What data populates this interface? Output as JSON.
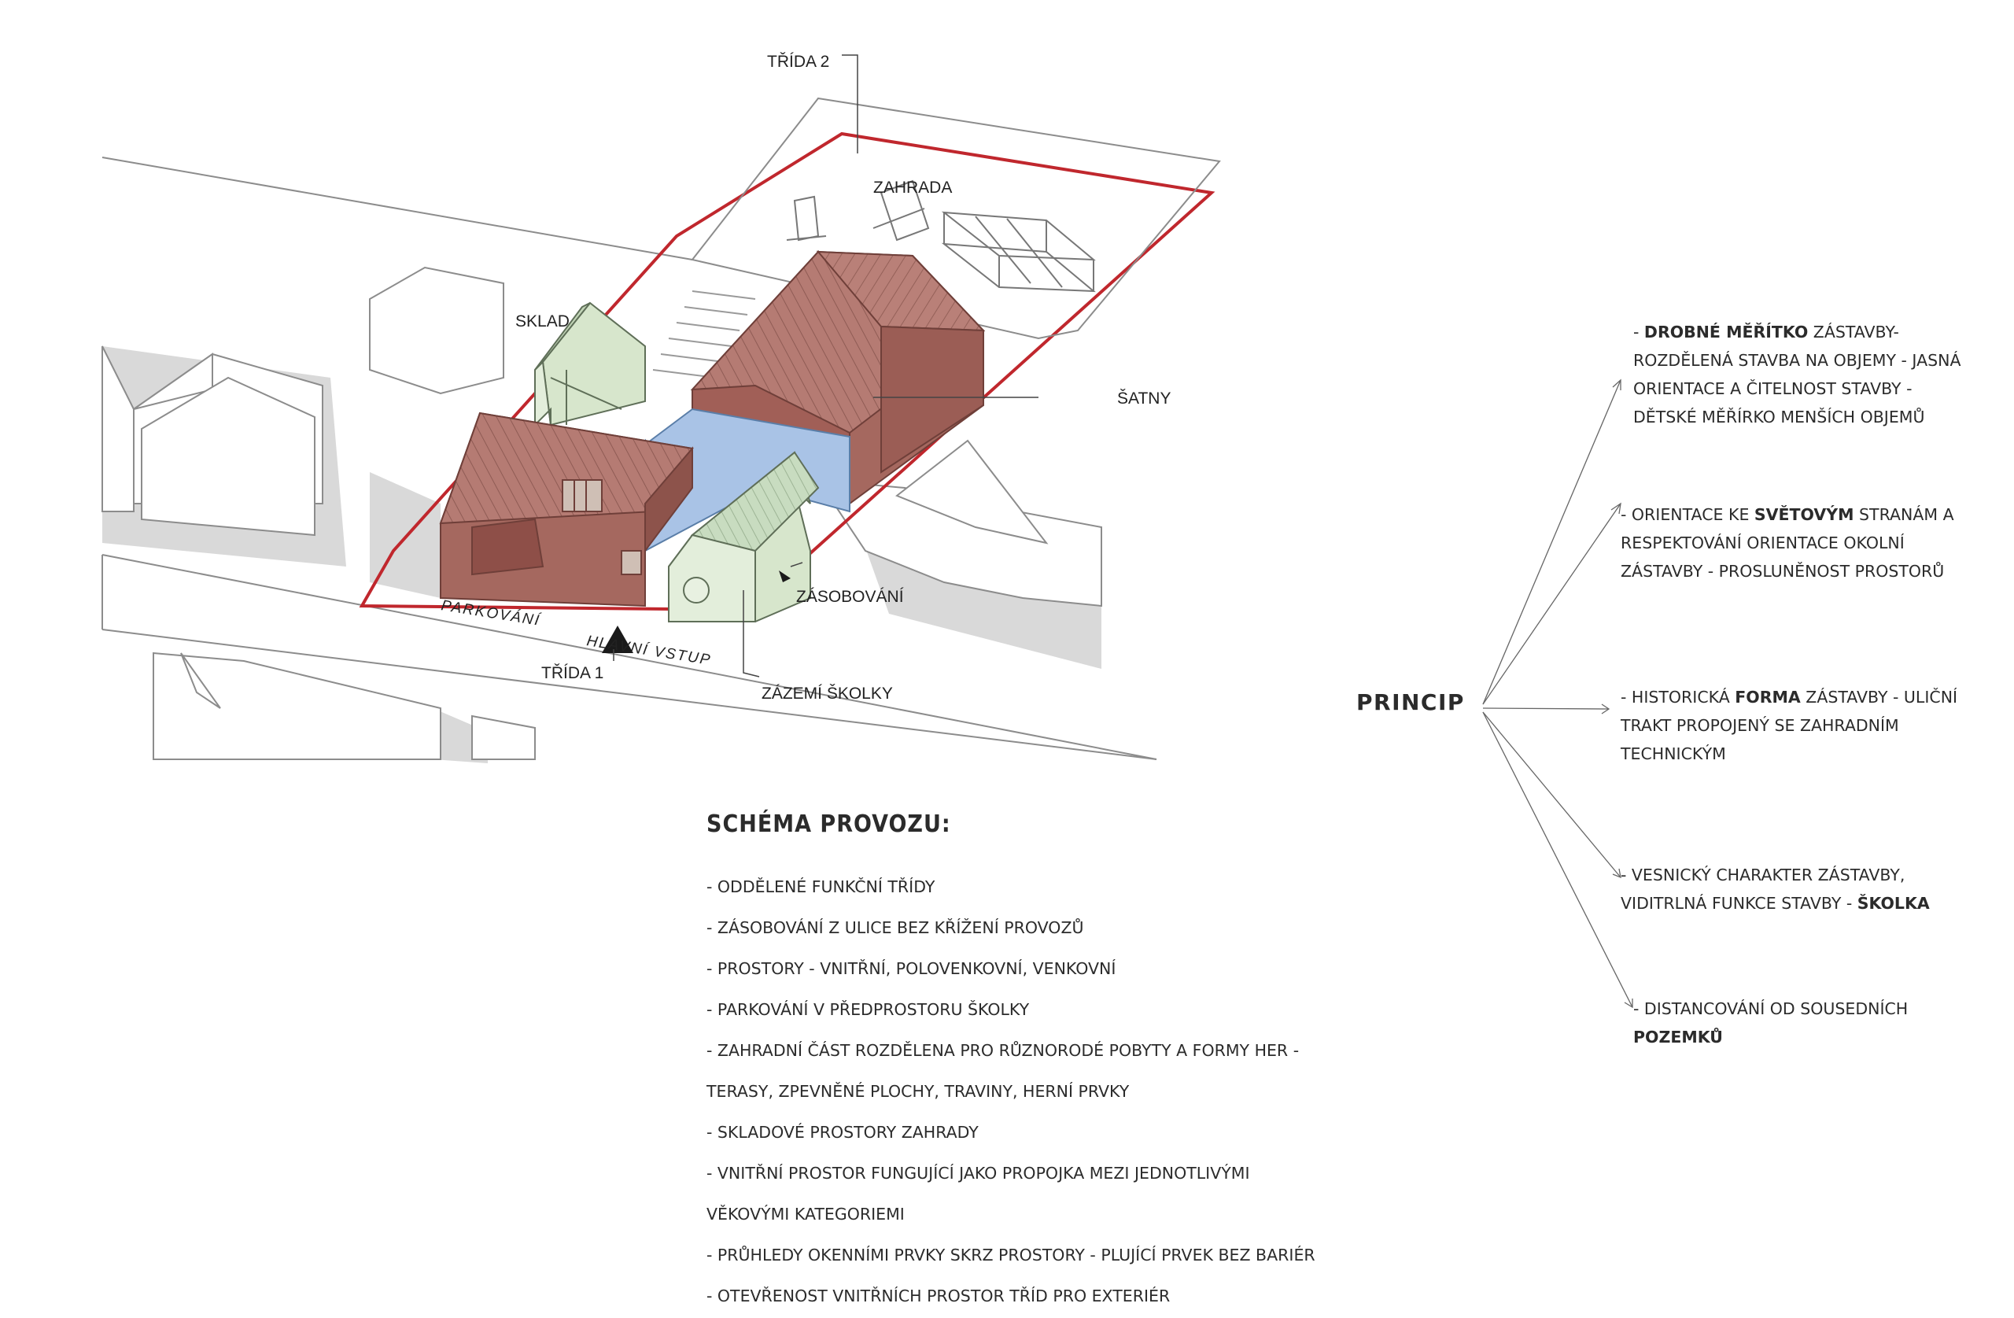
{
  "diagram": {
    "labels": {
      "trida2": "TŘÍDA 2",
      "zahrada": "ZAHRADA",
      "sklad": "SKLAD",
      "satny": "ŠATNY",
      "zasobovani": "ZÁSOBOVÁNÍ",
      "parkovani": "PARKOVÁNÍ",
      "hlavni_vstup": "HLAVNÍ VSTUP",
      "trida1": "TŘÍDA 1",
      "zazemi": "ZÁZEMÍ ŠKOLKY"
    },
    "colors": {
      "classroom_red": "#a5685f",
      "roof_red": "#b87a72",
      "storage_green": "#d7e6cc",
      "link_blue": "#a9c3e6",
      "plot_outline": "#c0272d",
      "shadow": "#d6d6d6"
    }
  },
  "schema": {
    "title": "SCHÉMA PROVOZU:",
    "items": [
      "- ODDĚLENÉ FUNKČNÍ TŘÍDY",
      "- ZÁSOBOVÁNÍ Z ULICE BEZ KŘÍŽENÍ PROVOZŮ",
      "- PROSTORY - VNITŘNÍ, POLOVENKOVNÍ, VENKOVNÍ",
      "- PARKOVÁNÍ V PŘEDPROSTORU ŠKOLKY",
      "- ZAHRADNÍ ČÁST ROZDĚLENA PRO RŮZNORODÉ POBYTY A FORMY HER -",
      "TERASY, ZPEVNĚNÉ PLOCHY, TRAVINY, HERNÍ PRVKY",
      "- SKLADOVÉ PROSTORY ZAHRADY",
      "- VNITŘNÍ PROSTOR FUNGUJÍCÍ JAKO PROPOJKA MEZI JEDNOTLIVÝMI",
      "VĚKOVÝMI KATEGORIEMI",
      "- PRŮHLEDY OKENNÍMI PRVKY SKRZ PROSTORY - PLUJÍCÍ PRVEK BEZ BARIÉR",
      "- OTEVŘENOST VNITŘNÍCH PROSTOR TŘÍD PRO EXTERIÉR"
    ]
  },
  "princip": {
    "title": "PRINCIP",
    "points": [
      {
        "pre": "- ",
        "bold": "DROBNÉ MĚŘÍTKO",
        "post": " ZÁSTAVBY- ROZDĚLENÁ STAVBA NA OBJEMY - JASNÁ ORIENTACE A ČITELNOST STAVBY - DĚTSKÉ MĚŘÍRKO MENŠÍCH OBJEMŮ"
      },
      {
        "pre": "- ORIENTACE KE ",
        "bold": "SVĚTOVÝM",
        "post": " STRANÁM A RESPEKTOVÁNÍ ORIENTACE OKOLNÍ ZÁSTAVBY - PROSLUNĚNOST PROSTORŮ"
      },
      {
        "pre": "- HISTORICKÁ ",
        "bold": "FORMA",
        "post": " ZÁSTAVBY - ULIČNÍ TRAKT PROPOJENÝ SE ZAHRADNÍM TECHNICKÝM"
      },
      {
        "pre": "- VESNICKÝ CHARAKTER ZÁSTAVBY, VIDITRLNÁ FUNKCE STAVBY - ",
        "bold": "ŠKOLKA",
        "post": ""
      },
      {
        "pre": "- DISTANCOVÁNÍ OD SOUSEDNÍCH ",
        "bold": "POZEMKŮ",
        "post": ""
      }
    ]
  }
}
